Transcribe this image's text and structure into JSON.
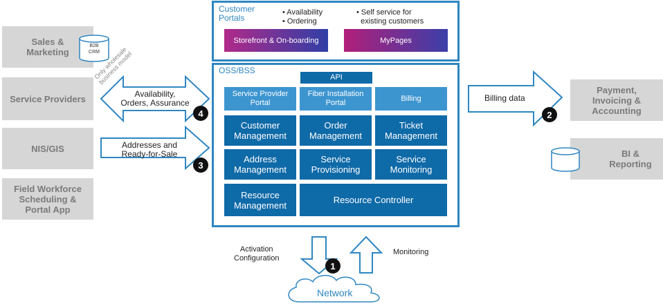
{
  "left_boxes": [
    {
      "label": "Sales &\nMarketing"
    },
    {
      "label": "Service Providers"
    },
    {
      "label": "NIS/GIS"
    },
    {
      "label": "Field Workforce\nScheduling &\nPortal App"
    }
  ],
  "crm_label": "B2B\nCRM",
  "right_boxes": [
    {
      "label": "Payment,\nInvoicing &\nAccounting"
    },
    {
      "label": "BI &\nReporting"
    }
  ],
  "portals": {
    "title": "Customer\nPortals",
    "bullets_left": "• Availability\n• Ordering",
    "bullets_right": "• Self service for\n  existing customers",
    "storefront": "Storefront & On-boarding",
    "mypages": "MyPages"
  },
  "oss": {
    "title": "OSS/BSS",
    "api": "API",
    "portal_tiles": [
      "Service Provider\nPortal",
      "Fiber Installation\nPortal",
      "Billing"
    ],
    "modules": [
      "Customer\nManagement",
      "Order\nManagement",
      "Ticket\nManagement",
      "Address\nManagement",
      "Service\nProvisioning",
      "Service\nMonitoring",
      "Resource\nManagement",
      "Resource Controller"
    ]
  },
  "arrows": {
    "availability": "Availability,\nOrders, Assurance",
    "addresses": "Addresses and\nReady-for-Sale",
    "billing": "Billing data",
    "activation": "Activation\nConfiguration",
    "monitoring": "Monitoring",
    "wholesale_note": "Only wholesale\nbusiness model"
  },
  "badges": [
    "4",
    "3",
    "2",
    "1"
  ],
  "network": "Network",
  "colors": {
    "frame": "#2e86c1",
    "dark_tile": "#0f6aa8",
    "light_tile": "#3d95d0",
    "grey_box": "#d6d6d6"
  }
}
